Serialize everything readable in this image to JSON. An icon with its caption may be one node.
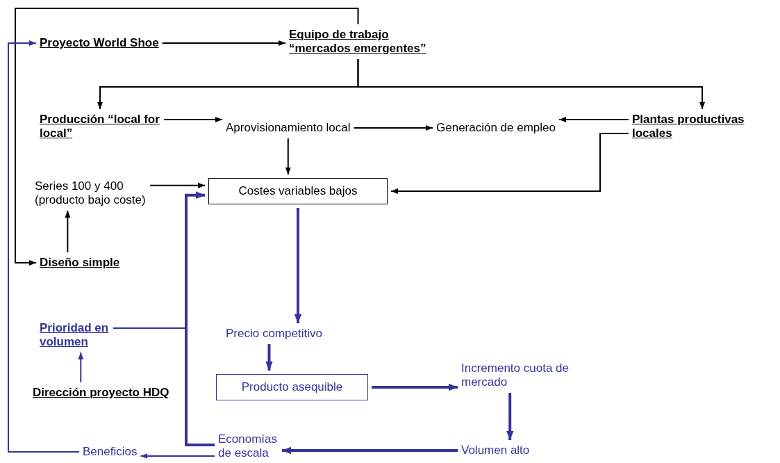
{
  "diagram": {
    "nodes": [
      {
        "text": [
          "Proyecto World Shoe"
        ]
      },
      {
        "text": [
          "Equipo de trabajo “mercados emergentes”"
        ]
      },
      {
        "text": [
          "Producción “local for local”"
        ]
      },
      {
        "text": [
          "Aprovisionamiento local"
        ]
      },
      {
        "text": [
          "Generación de empleo"
        ]
      },
      {
        "text": [
          "Plantas productivas locales"
        ]
      },
      {
        "text": [
          "Series 100 y 400 (producto bajo coste)"
        ]
      },
      {
        "text": [
          "Costes variables bajos"
        ]
      },
      {
        "text": [
          "Diseño simple"
        ]
      },
      {
        "text": [
          "Prioridad en volumen"
        ]
      },
      {
        "text": [
          "Dirección proyecto HDQ"
        ]
      },
      {
        "text": [
          "Precio competitivo"
        ]
      },
      {
        "text": [
          "Producto asequible"
        ]
      },
      {
        "text": [
          "Incremento cuota de mercado"
        ]
      },
      {
        "text": [
          "Volumen alto"
        ]
      },
      {
        "text": [
          "Economías de escala"
        ]
      },
      {
        "text": [
          "Beneficios"
        ]
      }
    ],
    "edges": [
      {
        "from": 1,
        "to": 8,
        "arrow": "to"
      },
      {
        "from": 0,
        "to": 1,
        "arrow": "to"
      },
      {
        "from": 1,
        "to": 2,
        "arrow": "to"
      },
      {
        "from": 1,
        "to": 5,
        "arrow": "to"
      },
      {
        "from": 2,
        "to": 3,
        "arrow": "to"
      },
      {
        "from": 3,
        "to": 4,
        "arrow": "to"
      },
      {
        "from": 5,
        "to": 4,
        "arrow": "to"
      },
      {
        "from": 3,
        "to": 7,
        "arrow": "to"
      },
      {
        "from": 5,
        "to": 7,
        "arrow": "to"
      },
      {
        "from": 6,
        "to": 7,
        "arrow": "to"
      },
      {
        "from": 8,
        "to": 6,
        "arrow": "to"
      },
      {
        "from": 9,
        "to": 7,
        "arrow": "to",
        "color": "#333399"
      },
      {
        "from": 10,
        "to": 9,
        "arrow": "to",
        "color": "#333399"
      },
      {
        "from": 7,
        "to": 11,
        "arrow": "to",
        "style": "thick",
        "color": "#333399"
      },
      {
        "from": 11,
        "to": 12,
        "arrow": "to",
        "style": "thick",
        "color": "#333399"
      },
      {
        "from": 12,
        "to": 13,
        "arrow": "to",
        "style": "thick",
        "color": "#333399"
      },
      {
        "from": 13,
        "to": 14,
        "arrow": "to",
        "style": "thick",
        "color": "#333399"
      },
      {
        "from": 14,
        "to": 15,
        "arrow": "to",
        "style": "thick",
        "color": "#333399"
      },
      {
        "from": 15,
        "to": 16,
        "arrow": "to",
        "color": "#333399"
      },
      {
        "from": 16,
        "to": 0,
        "arrow": "to",
        "color": "#333399"
      },
      {
        "from": 15,
        "to": 7,
        "arrow": "to",
        "style": "thick",
        "color": "#333399"
      }
    ]
  }
}
